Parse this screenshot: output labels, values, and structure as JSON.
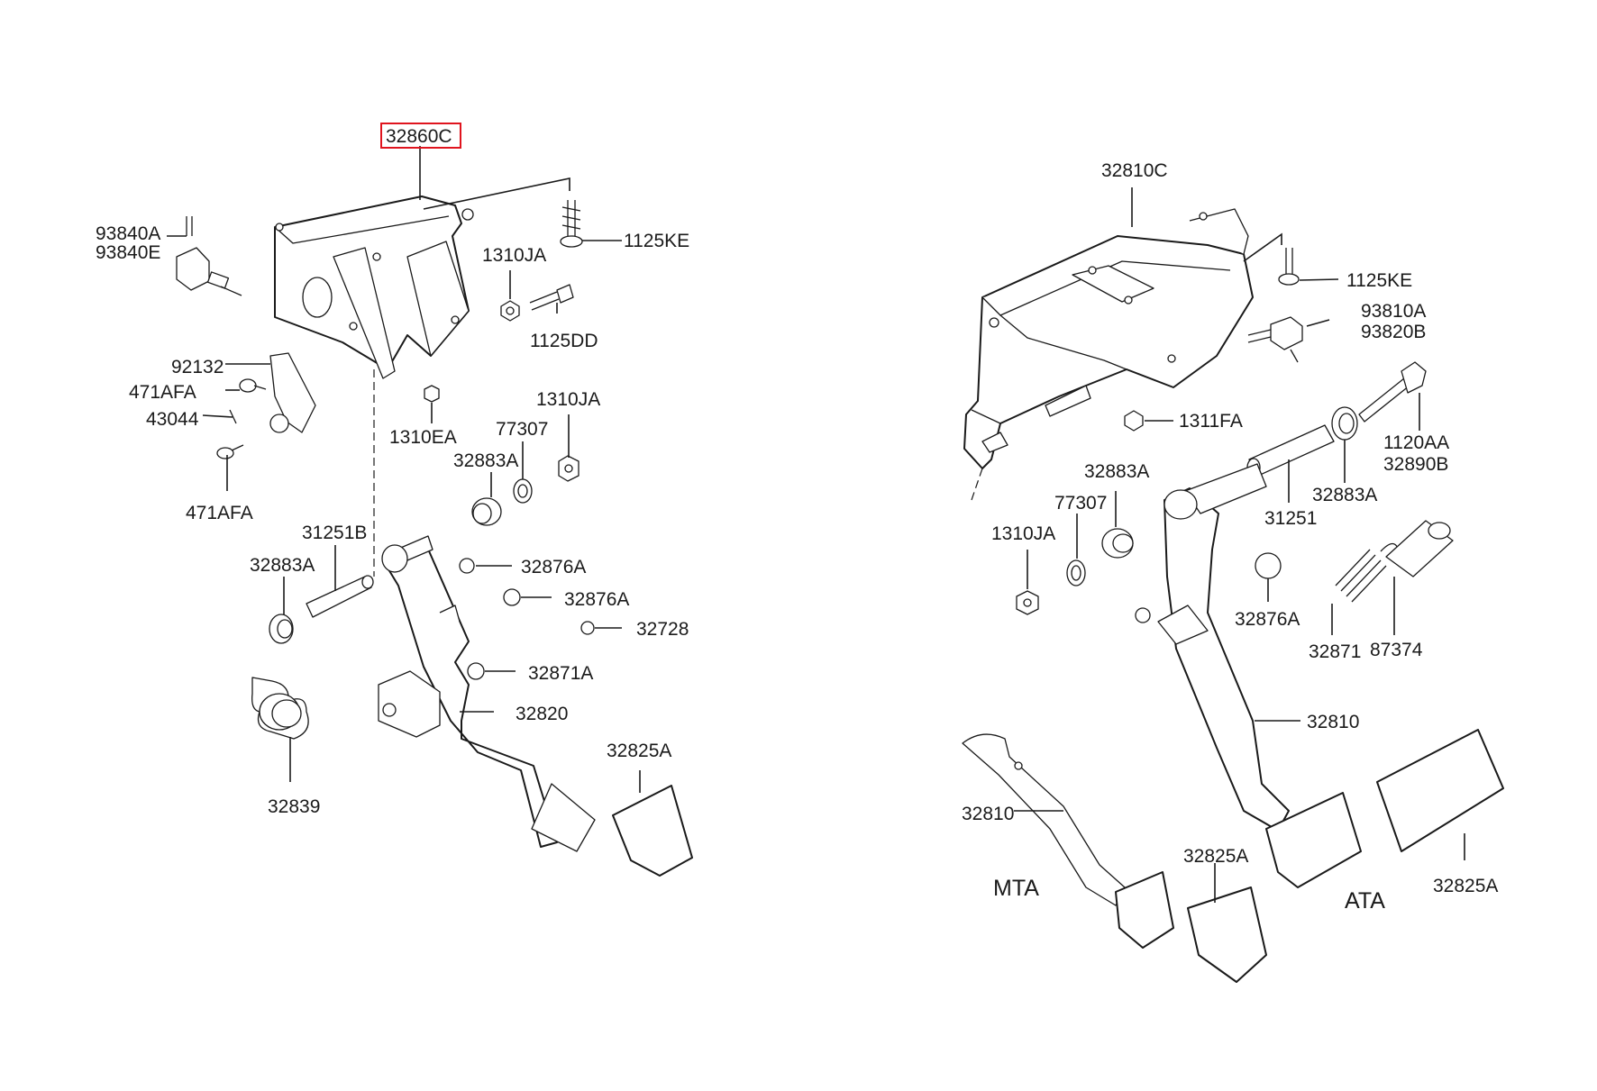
{
  "highlight_color": "#e0141e",
  "labels": {
    "c32860C": "32860C",
    "c93840A": "93840A",
    "c93840E": "93840E",
    "c1125KE_l": "1125KE",
    "c1310JA_l1": "1310JA",
    "c1125DD": "1125DD",
    "c92132": "92132",
    "c471AFA_1": "471AFA",
    "c43044": "43044",
    "c1310EA": "1310EA",
    "c77307_l": "77307",
    "c1310JA_l2": "1310JA",
    "c32883A_l1": "32883A",
    "c471AFA_2": "471AFA",
    "c31251B": "31251B",
    "c32883A_l2": "32883A",
    "c32876A_1": "32876A",
    "c32876A_2": "32876A",
    "c32728": "32728",
    "c32871A": "32871A",
    "c32820": "32820",
    "c32839": "32839",
    "c32825A_l": "32825A",
    "c32810C": "32810C",
    "c1125KE_r": "1125KE",
    "c93810A": "93810A",
    "c93820B": "93820B",
    "c1311FA": "1311FA",
    "c1120AA": "1120AA",
    "c32890B": "32890B",
    "c32883A_r1": "32883A",
    "c77307_r": "77307",
    "c1310JA_r": "1310JA",
    "c31251": "31251",
    "c32883A_r2": "32883A",
    "c32876A_r": "32876A",
    "c32871": "32871",
    "c87374": "87374",
    "c32810_r": "32810",
    "c32810_l": "32810",
    "mta": "MTA",
    "ata": "ATA",
    "c32825A_r1": "32825A",
    "c32825A_r2": "32825A"
  }
}
